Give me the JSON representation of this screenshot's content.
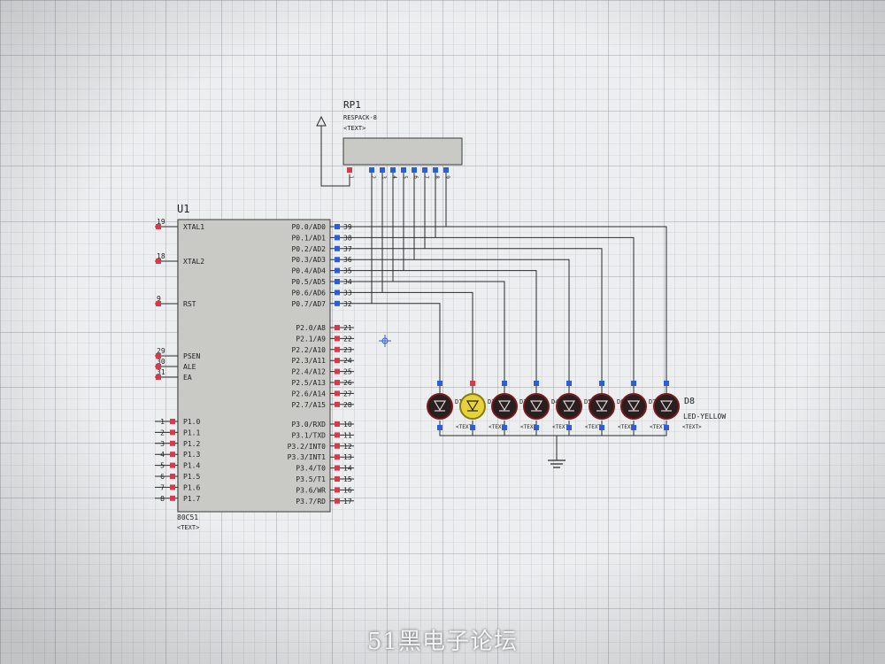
{
  "colors": {
    "wire": "#2a2a2a",
    "pin_blue": "#2b5fd9",
    "pin_red": "#d83a4a",
    "chip": "#c9c9c6",
    "led_dark": "#2a1e1e",
    "led_ring": "#7a1a1a",
    "led_lit": "#e8d23a"
  },
  "rp": {
    "ref": "RP1",
    "value": "RESPACK-8",
    "text": "<TEXT>",
    "pin_labels": [
      "1",
      "2",
      "3",
      "4",
      "5",
      "6",
      "7",
      "8",
      "9"
    ]
  },
  "u1": {
    "ref": "U1",
    "part": "80C51",
    "text": "<TEXT>",
    "left_pins": [
      {
        "num": "19",
        "label": "XTAL1"
      },
      {
        "num": "18",
        "label": "XTAL2"
      },
      {
        "num": "9",
        "label": "RST"
      },
      {
        "num": "29",
        "label": "PSEN"
      },
      {
        "num": "30",
        "label": "ALE"
      },
      {
        "num": "31",
        "label": "EA"
      }
    ],
    "p1_pins": [
      {
        "num": "1",
        "label": "P1.0"
      },
      {
        "num": "2",
        "label": "P1.1"
      },
      {
        "num": "3",
        "label": "P1.2"
      },
      {
        "num": "4",
        "label": "P1.3"
      },
      {
        "num": "5",
        "label": "P1.4"
      },
      {
        "num": "6",
        "label": "P1.5"
      },
      {
        "num": "7",
        "label": "P1.6"
      },
      {
        "num": "8",
        "label": "P1.7"
      }
    ],
    "p0_pins": [
      {
        "num": "39",
        "label": "P0.0/AD0"
      },
      {
        "num": "38",
        "label": "P0.1/AD1"
      },
      {
        "num": "37",
        "label": "P0.2/AD2"
      },
      {
        "num": "36",
        "label": "P0.3/AD3"
      },
      {
        "num": "35",
        "label": "P0.4/AD4"
      },
      {
        "num": "34",
        "label": "P0.5/AD5"
      },
      {
        "num": "33",
        "label": "P0.6/AD6"
      },
      {
        "num": "32",
        "label": "P0.7/AD7"
      }
    ],
    "p2_pins": [
      {
        "num": "21",
        "label": "P2.0/A8"
      },
      {
        "num": "22",
        "label": "P2.1/A9"
      },
      {
        "num": "23",
        "label": "P2.2/A10"
      },
      {
        "num": "24",
        "label": "P2.3/A11"
      },
      {
        "num": "25",
        "label": "P2.4/A12"
      },
      {
        "num": "26",
        "label": "P2.5/A13"
      },
      {
        "num": "27",
        "label": "P2.6/A14"
      },
      {
        "num": "28",
        "label": "P2.7/A15"
      }
    ],
    "p3_pins": [
      {
        "num": "10",
        "label": "P3.0/RXD"
      },
      {
        "num": "11",
        "label": "P3.1/TXD"
      },
      {
        "num": "12",
        "label": "P3.2/INT0"
      },
      {
        "num": "13",
        "label": "P3.3/INT1"
      },
      {
        "num": "14",
        "label": "P3.4/T0"
      },
      {
        "num": "15",
        "label": "P3.5/T1"
      },
      {
        "num": "16",
        "label": "P3.6/WR"
      },
      {
        "num": "17",
        "label": "P3.7/RD"
      }
    ]
  },
  "leds": [
    {
      "label": "D1",
      "text": "<TEXT>",
      "lit": false
    },
    {
      "label": "D2",
      "text": "<TEXT>",
      "lit": true
    },
    {
      "label": "D3",
      "text": "<TEXT>",
      "lit": false
    },
    {
      "label": "D4",
      "text": "<TEXT>",
      "lit": false
    },
    {
      "label": "D5",
      "text": "<TEXT>",
      "lit": false
    },
    {
      "label": "D6",
      "text": "<TEXT>",
      "lit": false
    },
    {
      "label": "D7",
      "text": "<TEXT>",
      "lit": false
    },
    {
      "label": "D8",
      "text": "<TEXT>",
      "lit": false
    }
  ],
  "led_value": "LED-YELLOW",
  "watermark": "51黑电子论坛"
}
